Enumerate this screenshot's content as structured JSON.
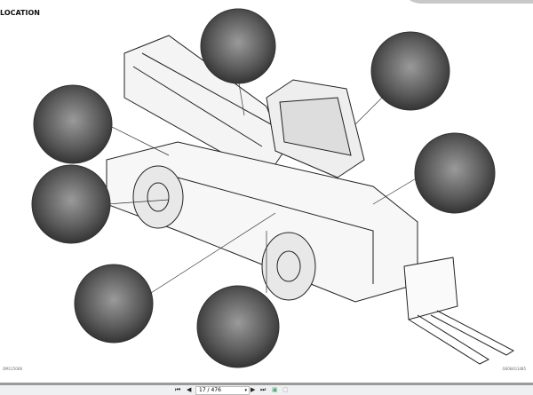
{
  "document": {
    "title": "LOCATION",
    "footer_left": "OM115008",
    "footer_right": "G6064G1485"
  },
  "toolbar": {
    "first_icon": "first-page-icon",
    "prev_icon": "previous-page-icon",
    "page_field": "17 / 476",
    "next_icon": "next-page-icon",
    "last_icon": "last-page-icon",
    "view1_icon": "single-page-view-icon",
    "view2_icon": "two-page-view-icon"
  }
}
